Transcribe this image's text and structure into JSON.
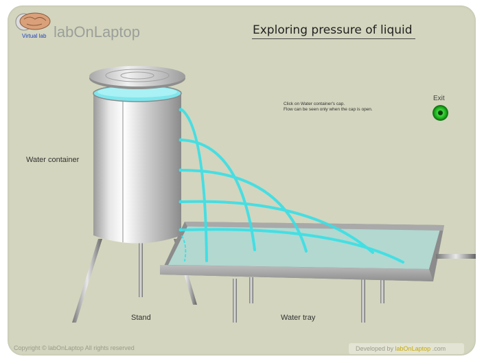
{
  "app": {
    "brand": "labOnLaptop",
    "logo_caption": "Virtual lab"
  },
  "title": "Exploring pressure of liquid",
  "instructions": {
    "line1": "Click on Water container's cap.",
    "line2": "Flow can be seen only when the cap is open."
  },
  "exit": {
    "label": "Exit"
  },
  "labels": {
    "container": "Water container",
    "stand": "Stand",
    "tray": "Water tray"
  },
  "footer": {
    "copyright": "Copyright © labOnLaptop All rights reserved",
    "developed_prefix": "Developed by ",
    "developed_brand": "labOnLaptop",
    "developed_suffix": " .com"
  },
  "colors": {
    "background": "#d3d5be",
    "water": "#38e0e6",
    "exit_button": "#2fc02f"
  }
}
